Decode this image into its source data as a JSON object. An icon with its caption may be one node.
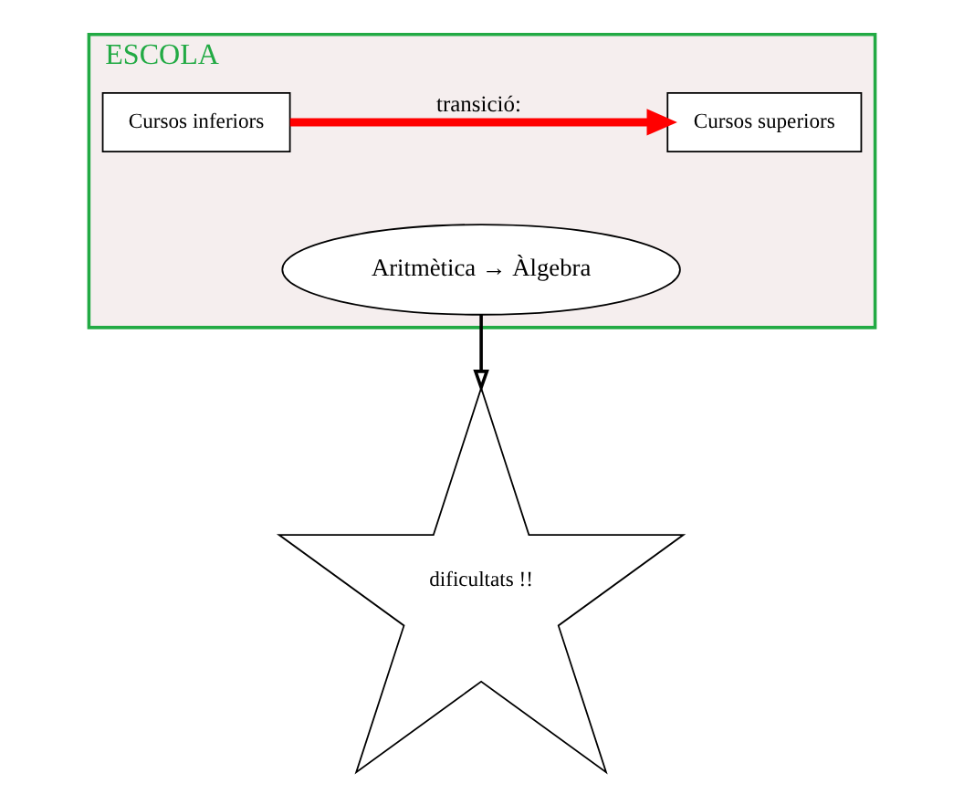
{
  "diagram": {
    "nodes": [
      {
        "text": [
          "ESCOLA"
        ]
      },
      {
        "text": [
          "Cursos inferiors"
        ],
        "in": 0
      },
      {
        "text": [
          "Cursos superiors"
        ],
        "in": 0
      },
      {
        "text": [
          "Aritmètica → Àlgebra"
        ],
        "in": 0
      },
      {
        "text": [
          "dificultats !!"
        ]
      }
    ],
    "edges": [
      {
        "from": 1,
        "to": 2,
        "arrow": "to",
        "label": "transició:",
        "style": "thick",
        "color": "#ff0000"
      },
      {
        "from": 3,
        "to": 4,
        "arrow": "to",
        "color": "#000000"
      }
    ]
  }
}
